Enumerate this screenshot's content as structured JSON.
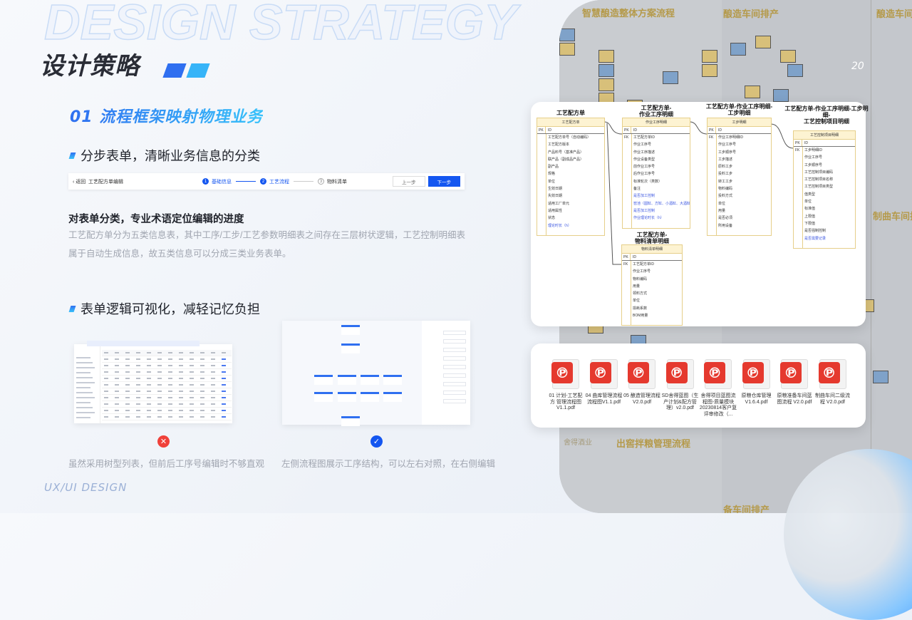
{
  "header": {
    "bg_word": "DESIGN STRATEGY",
    "title": "设计策略"
  },
  "section": {
    "label": "01 流程框架映射物理业务"
  },
  "part1": {
    "heading": "分步表单，清晰业务信息的分类",
    "stepbar": {
      "back": "返回",
      "page": "工艺配方单编辑",
      "steps": [
        {
          "num": "1",
          "label": "基础信息",
          "state": "done"
        },
        {
          "num": "2",
          "label": "工艺流程",
          "state": "active"
        },
        {
          "num": "3",
          "label": "物料清单",
          "state": "todo"
        }
      ],
      "prev": "上一步",
      "next": "下一步"
    },
    "subheading": "对表单分类，专业术语定位编辑的进度",
    "description": "工艺配方单分为五类信息表，其中工序/工步/工艺参数明细表之间存在三层树状逻辑，工艺控制明细表属于自动生成信息，故五类信息可以分成三类业务表单。"
  },
  "part2": {
    "heading": "表单逻辑可视化，减轻记忆负担",
    "left": {
      "status": "bad",
      "status_icon": "x-circle-icon",
      "caption": "虽然采用树型列表，但前后工序号编辑时不够直观"
    },
    "right": {
      "status": "good",
      "status_icon": "check-circle-icon",
      "caption": "左侧流程图展示工序结构，可以左右对照，在右侧编辑"
    }
  },
  "footer": {
    "label": "UX/UI DESIGN"
  },
  "colors": {
    "accent": "#2f6ff0",
    "accent2": "#38c2fa",
    "bad": "#f0413a",
    "good": "#1456f0",
    "pdf": "#e5392e"
  },
  "flow_bg": {
    "titles": [
      "智慧酿造整体方案流程",
      "酿造车间排产",
      "制曲车间排产",
      "出窖拌粮管理流程",
      "备车间排产"
    ],
    "logo": "舍得酒业",
    "badge": "20"
  },
  "er": {
    "tables": [
      {
        "title": "工艺配方单",
        "name": "工艺配方单",
        "pk": "ID",
        "fields": [
          {
            "k": "",
            "t": "工艺配方单号（自动编码）"
          },
          {
            "k": "",
            "t": "工艺配方版本"
          },
          {
            "k": "",
            "t": "产品料号（基准产品）"
          },
          {
            "k": "",
            "t": "联产品（副成品产品）"
          },
          {
            "k": "",
            "t": "副产品"
          },
          {
            "k": "",
            "t": "规格"
          },
          {
            "k": "",
            "t": "单位"
          },
          {
            "k": "",
            "t": "生效日期"
          },
          {
            "k": "",
            "t": "失效日期"
          },
          {
            "k": "",
            "t": "适用工厂单元"
          },
          {
            "k": "",
            "t": "适用属性"
          },
          {
            "k": "",
            "t": "状态"
          },
          {
            "k": "",
            "t": "理论时长（h）",
            "blue": true
          }
        ]
      },
      {
        "title": "工艺配方单-\n作业工序明细",
        "name": "作业工序明细",
        "pk": "ID",
        "fields": [
          {
            "k": "FK",
            "t": "工艺配方单ID"
          },
          {
            "k": "",
            "t": "作业工序号"
          },
          {
            "k": "",
            "t": "作业工序描述"
          },
          {
            "k": "",
            "t": "作业设备类型"
          },
          {
            "k": "",
            "t": "前作业工序号"
          },
          {
            "k": "",
            "t": "后作业工序号"
          },
          {
            "k": "",
            "t": "标准轮次（类数）"
          },
          {
            "k": "",
            "t": "备注"
          },
          {
            "k": "",
            "t": "是否加工控制",
            "blue": true
          },
          {
            "k": "",
            "t": "窖池（圆缸、方缸、小酒缸、大酒缸、混缸、窖缸、石坛、泥缸）",
            "blue": true
          },
          {
            "k": "",
            "t": "是否加工控制",
            "blue": true
          },
          {
            "k": "",
            "t": "作业理论时长（h）",
            "blue": true
          }
        ]
      },
      {
        "title": "工艺配方单-作业工序明细-\n工步明细",
        "name": "工步明细",
        "pk": "ID",
        "fields": [
          {
            "k": "FK",
            "t": "作业工序明细ID"
          },
          {
            "k": "",
            "t": "作业工序号"
          },
          {
            "k": "",
            "t": "工步顺序号"
          },
          {
            "k": "",
            "t": "工步描述"
          },
          {
            "k": "",
            "t": "原料工步"
          },
          {
            "k": "",
            "t": "投料工步"
          },
          {
            "k": "",
            "t": "转工工步"
          },
          {
            "k": "",
            "t": "物料编码"
          },
          {
            "k": "",
            "t": "投料方式"
          },
          {
            "k": "",
            "t": "单位"
          },
          {
            "k": "",
            "t": "用量"
          },
          {
            "k": "",
            "t": "是否必须"
          },
          {
            "k": "",
            "t": "所用设备"
          }
        ]
      },
      {
        "title": "工艺配方单-作业工序明细-工步明细-\n工艺控制项目明细",
        "name": "工艺控制项目明细",
        "pk": "ID",
        "fields": [
          {
            "k": "FK",
            "t": "工步明细ID"
          },
          {
            "k": "",
            "t": "作业工序号"
          },
          {
            "k": "",
            "t": "工步顺序号"
          },
          {
            "k": "",
            "t": "工艺控制项目编码"
          },
          {
            "k": "",
            "t": "工艺控制项目名称"
          },
          {
            "k": "",
            "t": "工艺控制项目类型"
          },
          {
            "k": "",
            "t": "值类型"
          },
          {
            "k": "",
            "t": "单位"
          },
          {
            "k": "",
            "t": "标准值"
          },
          {
            "k": "",
            "t": "上限值"
          },
          {
            "k": "",
            "t": "下限值"
          },
          {
            "k": "",
            "t": "是否强制控制"
          },
          {
            "k": "",
            "t": "是否需要记录",
            "blue": true
          }
        ]
      },
      {
        "title": "工艺配方单-\n物料清单明细",
        "name": "物料清单明细",
        "pk": "ID",
        "fields": [
          {
            "k": "FK",
            "t": "工艺配方单ID"
          },
          {
            "k": "",
            "t": "作业工序号"
          },
          {
            "k": "",
            "t": "物料编码"
          },
          {
            "k": "",
            "t": "用量"
          },
          {
            "k": "",
            "t": "领料方式"
          },
          {
            "k": "",
            "t": "单位"
          },
          {
            "k": "",
            "t": "损耗系数"
          },
          {
            "k": "",
            "t": "BOM用量"
          }
        ]
      }
    ]
  },
  "files": {
    "icon": "pdf-file-icon",
    "items": [
      "01 计划-工艺配方 管理流程图V1.1.pdf",
      "04 曲库管理流程流程图V1.1.pdf",
      "05 酿造管理流程V2.0.pdf",
      "SD舍得蓝图（生产计划&配方管理）v2.0.pdf",
      "舍得项目蓝图流程图-质量模块20230814客户复评审修改（...",
      "原粮仓库管理V1.6.4.pdf",
      "原粮准备车间蓝图流程 V2.0.pdf",
      "制曲车间二级流程 V2.0.pdf"
    ]
  }
}
